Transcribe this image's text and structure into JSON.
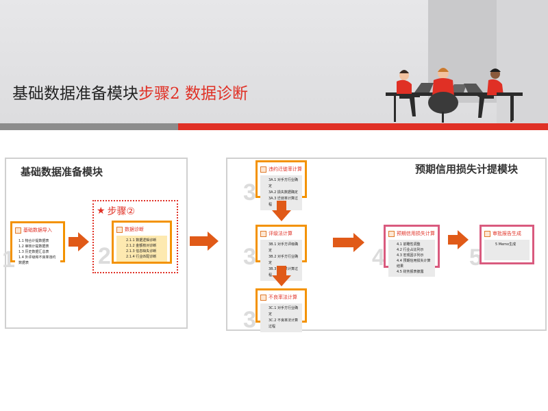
{
  "header": {
    "title_main": "基础数据准备模块",
    "title_step": "步骤2  数据诊断"
  },
  "left_panel": {
    "title": "基础数据准备模块",
    "step_label": "步骤②",
    "card1": {
      "title": "基础数据导入",
      "items": [
        "1.1 物合计提数据表",
        "1.2 审核计提数据表",
        "1.3 历史数据汇总表",
        "1.4 外评级和不良率违约数据表"
      ],
      "digit": "1"
    },
    "card2": {
      "title": "数据诊断",
      "items": [
        "2.1.1 数据逻辑诊断",
        "2.1.2 金额核对诊断",
        "2.1.3 信息缺失诊断",
        "2.1.4 行业匹配诊断"
      ],
      "digit": "2"
    }
  },
  "right_panel": {
    "title": "预期信用损失计提模块",
    "card3a": {
      "title": "违约迁徙率计算",
      "items": [
        "3A.1 对手方行业确定",
        "3A.2 损失数据确定",
        "3A.3 迁徙率计算过程"
      ],
      "digit": "3"
    },
    "card3b": {
      "title": "评级法计算",
      "items": [
        "3B.1 对手方评级确定",
        "3B.2 对手方行业确定",
        "3B.3 评级法计算过程"
      ],
      "digit": "3"
    },
    "card3c": {
      "title": "不良率法计算",
      "items": [
        "3C.1 对手方行业确定",
        "3C.2 不良率法计算过程"
      ],
      "digit": "3"
    },
    "card4": {
      "title": "预期信用损失计算",
      "items": [
        "4.1 前瞻性调整",
        "4.2 行业占比列示",
        "4.3 宏观因子列示",
        "4.4 预期信用损失计算结果",
        "4.5 财务报表披露"
      ],
      "digit": "4"
    },
    "card5": {
      "title": "审批报告生成",
      "items": [
        "5 Memo生成"
      ],
      "digit": "5"
    }
  },
  "colors": {
    "accent_red": "#e03025",
    "orange": "#f39200",
    "arrow": "#e05a18",
    "pink": "#d95a7e"
  }
}
